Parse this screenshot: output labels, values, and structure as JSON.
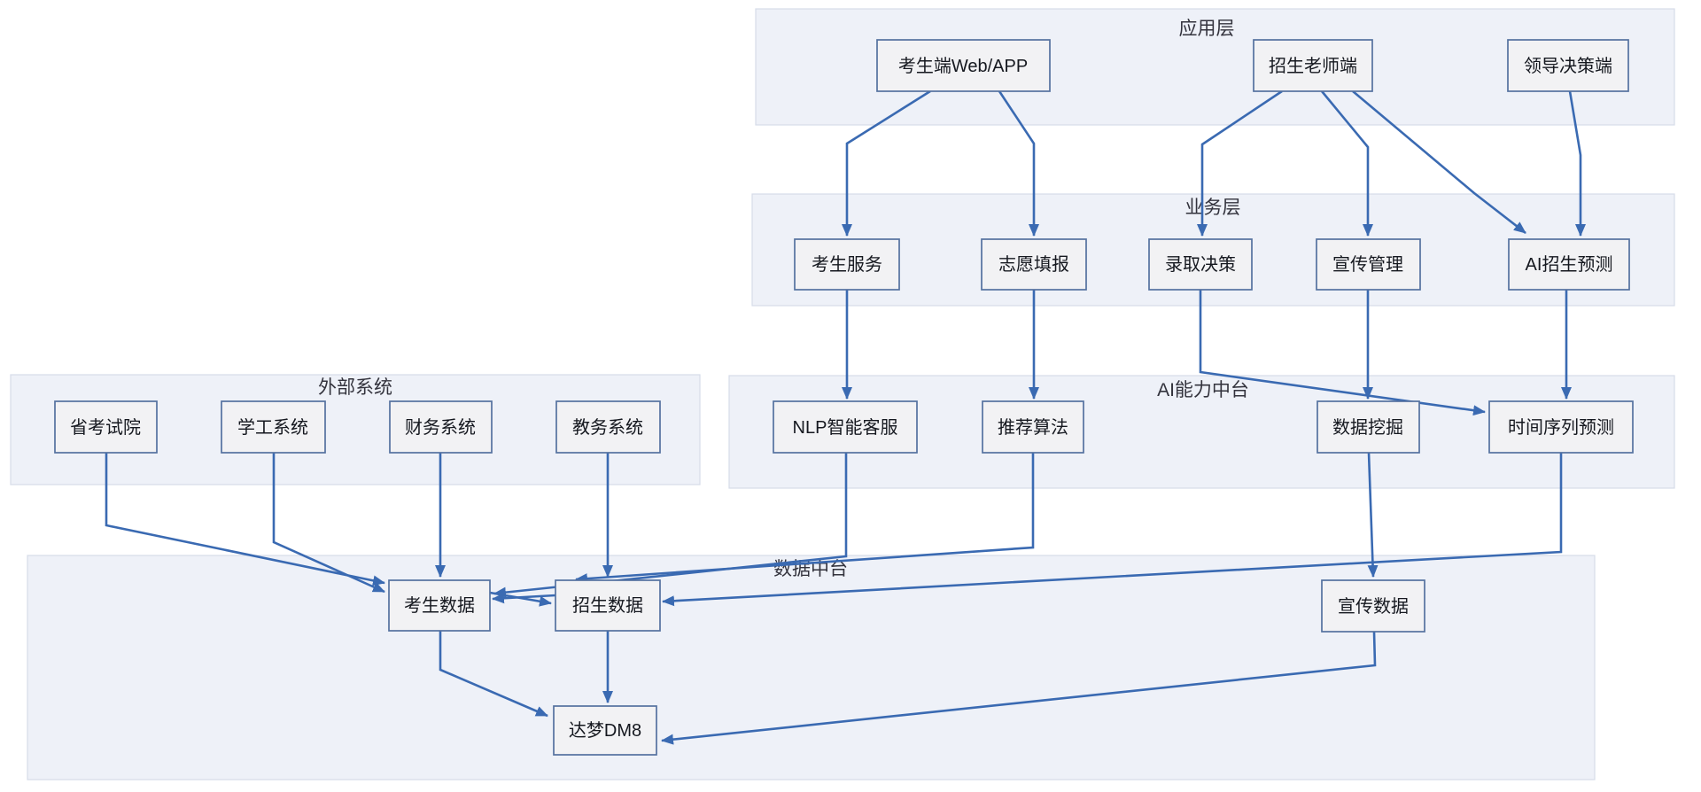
{
  "diagram": {
    "containers": {
      "app": {
        "label": "应用层"
      },
      "biz": {
        "label": "业务层"
      },
      "ext": {
        "label": "外部系统"
      },
      "ai": {
        "label": "AI能力中台"
      },
      "data": {
        "label": "数据中台"
      }
    },
    "nodes": {
      "candidate_web": {
        "label": "考生端Web/APP"
      },
      "teacher": {
        "label": "招生老师端"
      },
      "leader": {
        "label": "领导决策端"
      },
      "svc_candidate": {
        "label": "考生服务"
      },
      "svc_apply": {
        "label": "志愿填报"
      },
      "svc_admit": {
        "label": "录取决策"
      },
      "svc_promo": {
        "label": "宣传管理"
      },
      "svc_predict": {
        "label": "AI招生预测"
      },
      "ext_provincial": {
        "label": "省考试院"
      },
      "ext_student": {
        "label": "学工系统"
      },
      "ext_finance": {
        "label": "财务系统"
      },
      "ext_academic": {
        "label": "教务系统"
      },
      "ai_nlp": {
        "label": "NLP智能客服"
      },
      "ai_recommend": {
        "label": "推荐算法"
      },
      "ai_mining": {
        "label": "数据挖掘"
      },
      "ai_timeseries": {
        "label": "时间序列预测"
      },
      "data_candidate": {
        "label": "考生数据"
      },
      "data_admission": {
        "label": "招生数据"
      },
      "data_promo": {
        "label": "宣传数据"
      },
      "data_dm8": {
        "label": "达梦DM8"
      }
    },
    "edges": [
      {
        "from": "candidate_web",
        "to": "svc_candidate"
      },
      {
        "from": "candidate_web",
        "to": "svc_apply"
      },
      {
        "from": "teacher",
        "to": "svc_admit"
      },
      {
        "from": "teacher",
        "to": "svc_promo"
      },
      {
        "from": "teacher",
        "to": "svc_predict"
      },
      {
        "from": "leader",
        "to": "svc_predict"
      },
      {
        "from": "svc_candidate",
        "to": "ai_nlp"
      },
      {
        "from": "svc_apply",
        "to": "ai_recommend"
      },
      {
        "from": "svc_admit",
        "to": "ai_timeseries"
      },
      {
        "from": "svc_promo",
        "to": "ai_mining"
      },
      {
        "from": "svc_predict",
        "to": "ai_timeseries"
      },
      {
        "from": "ai_nlp",
        "to": "data_candidate"
      },
      {
        "from": "ai_recommend",
        "to": "data_admission"
      },
      {
        "from": "ai_mining",
        "to": "data_promo"
      },
      {
        "from": "ai_timeseries",
        "to": "data_admission"
      },
      {
        "from": "ext_provincial",
        "to": "data_candidate"
      },
      {
        "from": "ext_student",
        "to": "data_candidate"
      },
      {
        "from": "ext_finance",
        "to": "data_candidate"
      },
      {
        "from": "ext_academic",
        "to": "data_admission"
      },
      {
        "from": "data_admission",
        "to": "data_candidate"
      },
      {
        "from": "data_candidate",
        "to": "data_admission"
      },
      {
        "from": "data_candidate",
        "to": "data_dm8"
      },
      {
        "from": "data_admission",
        "to": "data_dm8"
      },
      {
        "from": "data_promo",
        "to": "data_dm8"
      }
    ],
    "colors": {
      "arrow": "#3a6ab2",
      "node_border": "#54719f",
      "node_fill": "#f2f2f4",
      "container_fill": "#eef1f8",
      "container_border": "#d6dce8",
      "text": "#15181f"
    }
  }
}
